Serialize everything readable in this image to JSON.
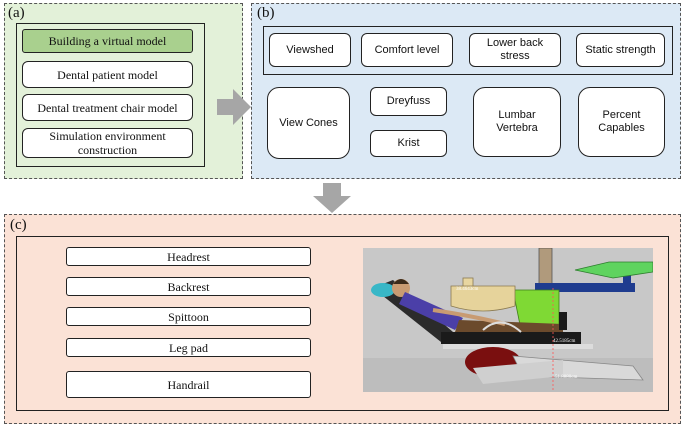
{
  "panel_a": {
    "tag": "(a)",
    "header": "Building a virtual model",
    "items": [
      "Dental patient model",
      "Dental treatment chair model",
      "Simulation environment construction"
    ]
  },
  "panel_b": {
    "tag": "(b)",
    "top_items": [
      "Viewshed",
      "Comfort level",
      "Lower back stress",
      "Static strength"
    ],
    "bottom": {
      "view_cones": "View Cones",
      "dreyfuss": "Dreyfuss",
      "krist": "Krist",
      "lumbar": "Lumbar Vertebra",
      "percent": "Percent Capables"
    }
  },
  "panel_c": {
    "tag": "(c)",
    "items": [
      "Headrest",
      "Backrest",
      "Spittoon",
      "Leg pad",
      "Handrail"
    ],
    "scene": {
      "label_1": "38.4643cm",
      "label_2": "42.5185cm",
      "label_3": "51.8880cm"
    }
  },
  "colors": {
    "panel_a_bg": "#e3f1d9",
    "panel_b_bg": "#dce9f5",
    "panel_c_bg": "#fbe2d6",
    "header_green": "#a9d08e",
    "arrow_gray": "#a6a6a6"
  }
}
